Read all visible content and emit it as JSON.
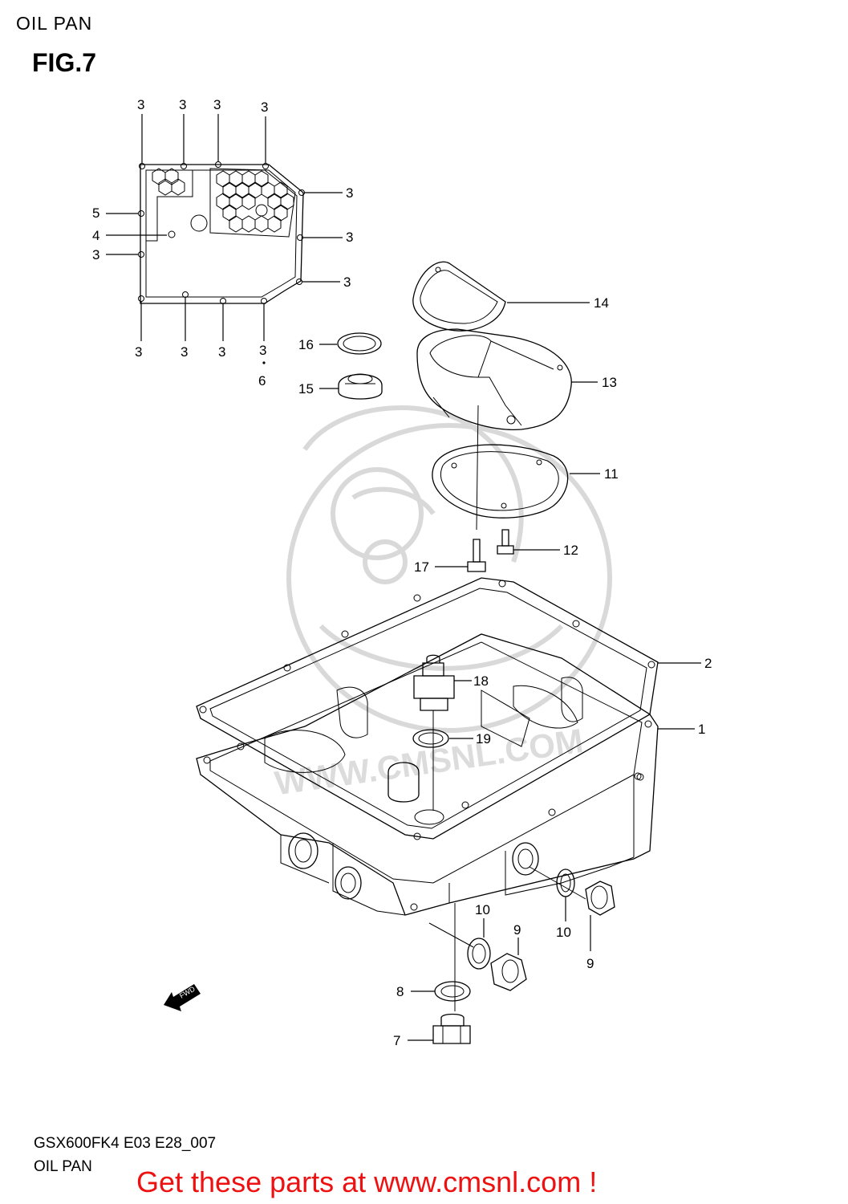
{
  "header": {
    "title": "OIL PAN",
    "figure": "FIG.7"
  },
  "footer": {
    "model_code": "GSX600FK4 E03 E28_007",
    "section_name": "OIL PAN",
    "call_to_action": "Get these parts at www.cmsnl.com !"
  },
  "watermark": {
    "text": "WWW.CMSNL.COM"
  },
  "arrow": {
    "text": "FWD"
  },
  "callouts": {
    "c1": "1",
    "c2": "2",
    "c3": "3",
    "c4": "4",
    "c5": "5",
    "c6": "6",
    "c7": "7",
    "c8": "8",
    "c9": "9",
    "c10": "10",
    "c11": "11",
    "c12": "12",
    "c13": "13",
    "c14": "14",
    "c15": "15",
    "c16": "16",
    "c17": "17",
    "c18": "18",
    "c19": "19"
  },
  "colors": {
    "cta": "#ee1111",
    "line": "#000000",
    "watermark": "#d9d9d9"
  }
}
